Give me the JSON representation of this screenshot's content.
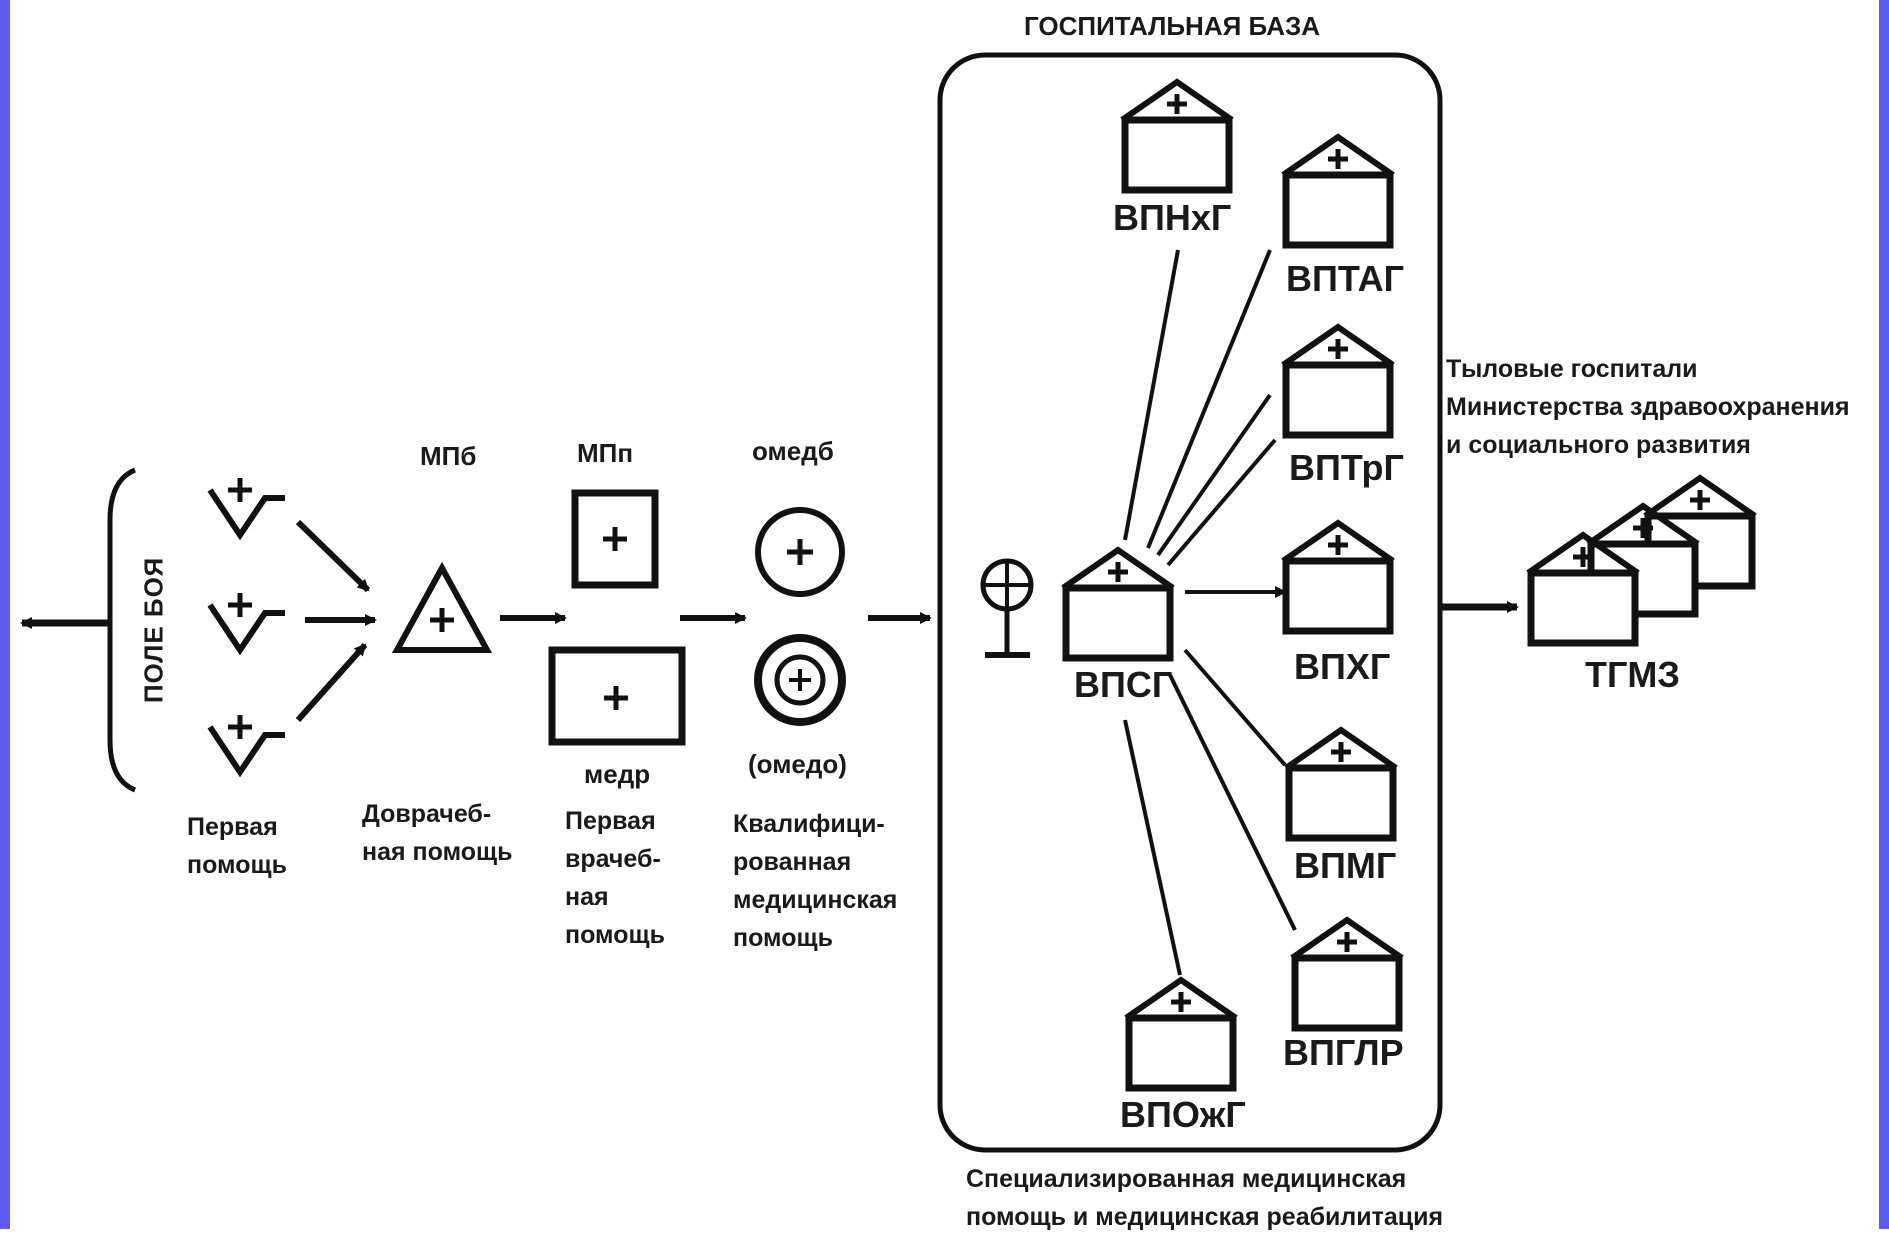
{
  "diagram": {
    "pole_boya": "ПОЛЕ БОЯ",
    "hospital_base_title": "ГОСПИТАЛЬНАЯ БАЗА",
    "units": {
      "mpb": "МПб",
      "mpp": "МПп",
      "omedb": "омедб",
      "medr": "медр",
      "omedo": "(омедо)"
    },
    "stages": {
      "first_aid": "Первая\nпомощь",
      "prehospital": "Доврачеб-\nная помощь",
      "first_doctor": "Первая\nврачеб-\nная\nпомощь",
      "qualified": "Квалифици-\nрованная\nмедицинская\nпомощь",
      "specialized": "Специализированная медицинская\nпомощь и медицинская реабилитация"
    },
    "hospitals": {
      "vpnhg": "ВПНхГ",
      "vptag": "ВПТАГ",
      "vptrg": "ВПТрГ",
      "vphg": "ВПХГ",
      "vpmg": "ВПМГ",
      "vpglr": "ВПГЛР",
      "vpozhg": "ВПОжГ",
      "vpsg": "ВПСГ"
    },
    "rear": {
      "title": "Тыловые госпитали\nМинистерства здравоохранения\nи социального развития",
      "tgmz": "ТГМЗ"
    }
  }
}
